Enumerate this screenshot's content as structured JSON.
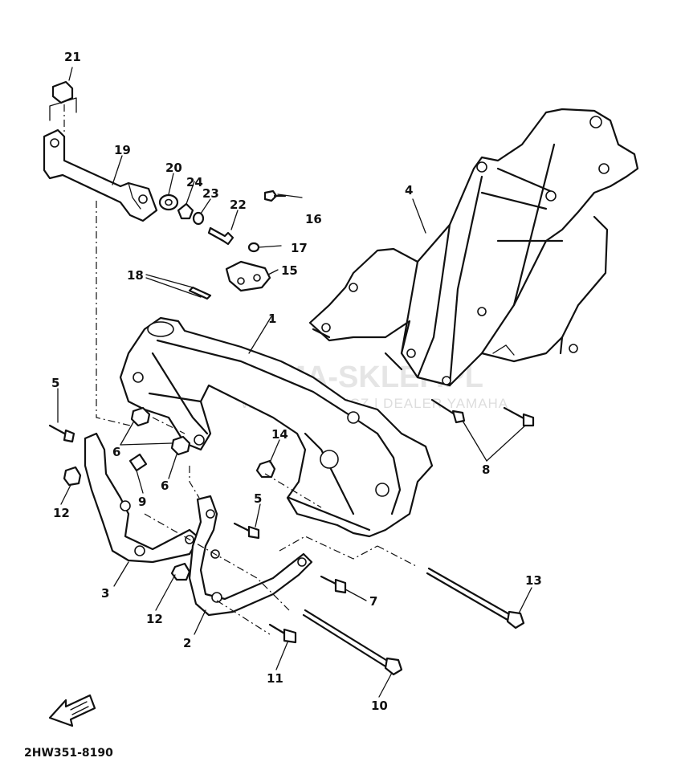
{
  "diagram_code": "2HW351-8190",
  "watermark": {
    "brand": "YAMA-SKLEP.PL",
    "subtitle": "WOJCIECHOWICZ | DEALER YAMAHA"
  },
  "callouts": {
    "c1": "1",
    "c2": "2",
    "c3": "3",
    "c4": "4",
    "c5a": "5",
    "c5b": "5",
    "c6a": "6",
    "c6b": "6",
    "c7": "7",
    "c8": "8",
    "c9": "9",
    "c10": "10",
    "c11": "11",
    "c12a": "12",
    "c12b": "12",
    "c13": "13",
    "c14": "14",
    "c15": "15",
    "c16": "16",
    "c17": "17",
    "c18": "18",
    "c19": "19",
    "c20": "20",
    "c21": "21",
    "c22": "22",
    "c23": "23",
    "c24": "24"
  },
  "icons": {
    "front_arrow": "front-arrow-icon"
  }
}
